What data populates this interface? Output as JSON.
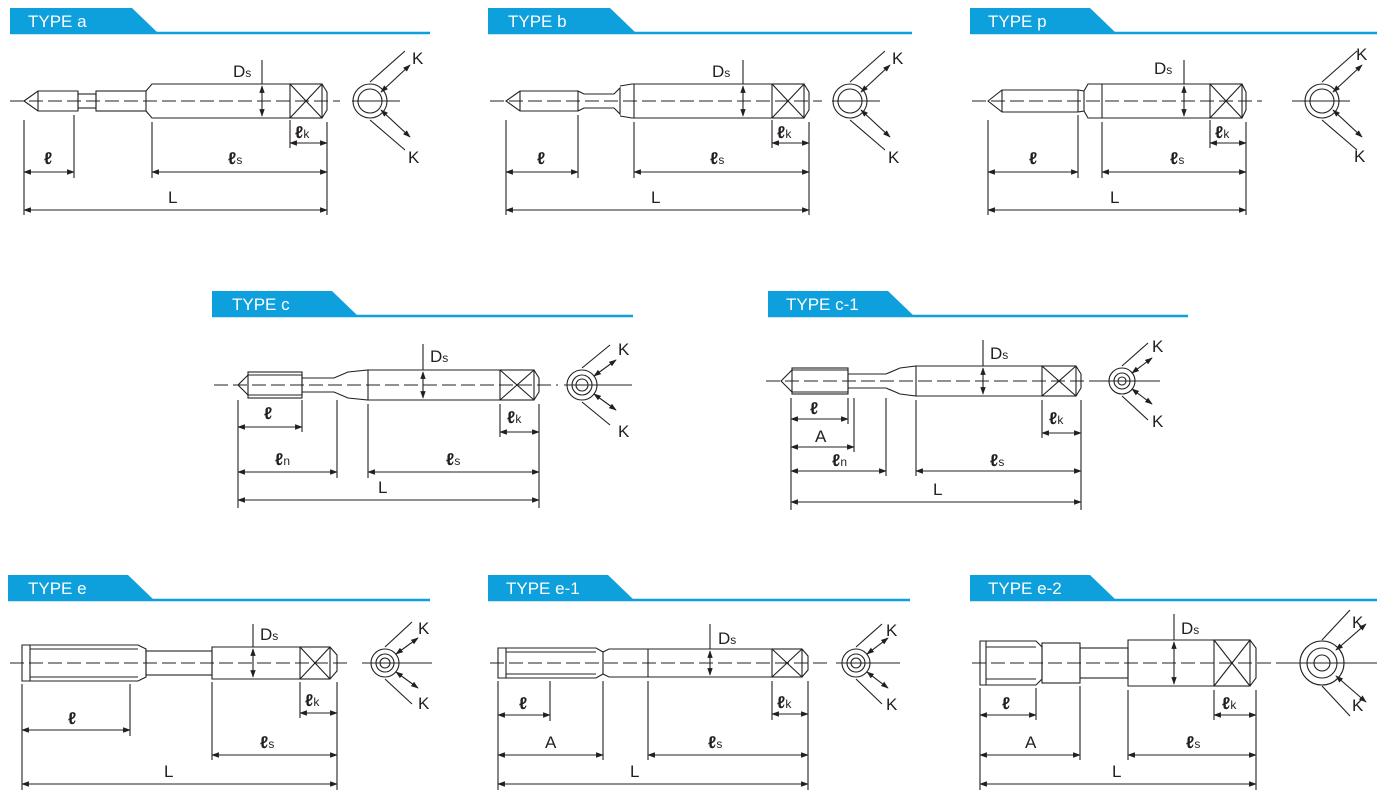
{
  "colors": {
    "accent": "#0ea0dc",
    "line": "#231f20",
    "header_text": "#ffffff"
  },
  "panels": [
    {
      "id": "a",
      "title": "TYPE a",
      "labels": {
        "Ds": "D",
        "Ds_sub": "s",
        "lk": "ℓ",
        "lk_sub": "k",
        "ls": "ℓ",
        "ls_sub": "s",
        "l": "ℓ",
        "L": "L",
        "K": "K"
      }
    },
    {
      "id": "b",
      "title": "TYPE b",
      "labels": {
        "Ds": "D",
        "Ds_sub": "s",
        "lk": "ℓ",
        "lk_sub": "k",
        "ls": "ℓ",
        "ls_sub": "s",
        "l": "ℓ",
        "L": "L",
        "K": "K"
      }
    },
    {
      "id": "p",
      "title": "TYPE p",
      "labels": {
        "Ds": "D",
        "Ds_sub": "s",
        "lk": "ℓ",
        "lk_sub": "k",
        "ls": "ℓ",
        "ls_sub": "s",
        "l": "ℓ",
        "L": "L",
        "K": "K"
      }
    },
    {
      "id": "c",
      "title": "TYPE c",
      "labels": {
        "Ds": "D",
        "Ds_sub": "s",
        "lk": "ℓ",
        "lk_sub": "k",
        "ls": "ℓ",
        "ls_sub": "s",
        "l": "ℓ",
        "ln": "ℓ",
        "ln_sub": "n",
        "L": "L",
        "K": "K"
      }
    },
    {
      "id": "c1",
      "title": "TYPE c-1",
      "labels": {
        "Ds": "D",
        "Ds_sub": "s",
        "lk": "ℓ",
        "lk_sub": "k",
        "ls": "ℓ",
        "ls_sub": "s",
        "l": "ℓ",
        "A": "A",
        "ln": "ℓ",
        "ln_sub": "n",
        "L": "L",
        "K": "K"
      }
    },
    {
      "id": "e",
      "title": "TYPE e",
      "labels": {
        "Ds": "D",
        "Ds_sub": "s",
        "lk": "ℓ",
        "lk_sub": "k",
        "ls": "ℓ",
        "ls_sub": "s",
        "l": "ℓ",
        "L": "L",
        "K": "K"
      }
    },
    {
      "id": "e1",
      "title": "TYPE e-1",
      "labels": {
        "Ds": "D",
        "Ds_sub": "s",
        "lk": "ℓ",
        "lk_sub": "k",
        "ls": "ℓ",
        "ls_sub": "s",
        "l": "ℓ",
        "A": "A",
        "L": "L",
        "K": "K"
      }
    },
    {
      "id": "e2",
      "title": "TYPE e-2",
      "labels": {
        "Ds": "D",
        "Ds_sub": "s",
        "lk": "ℓ",
        "lk_sub": "k",
        "ls": "ℓ",
        "ls_sub": "s",
        "l": "ℓ",
        "A": "A",
        "L": "L",
        "K": "K"
      }
    }
  ]
}
